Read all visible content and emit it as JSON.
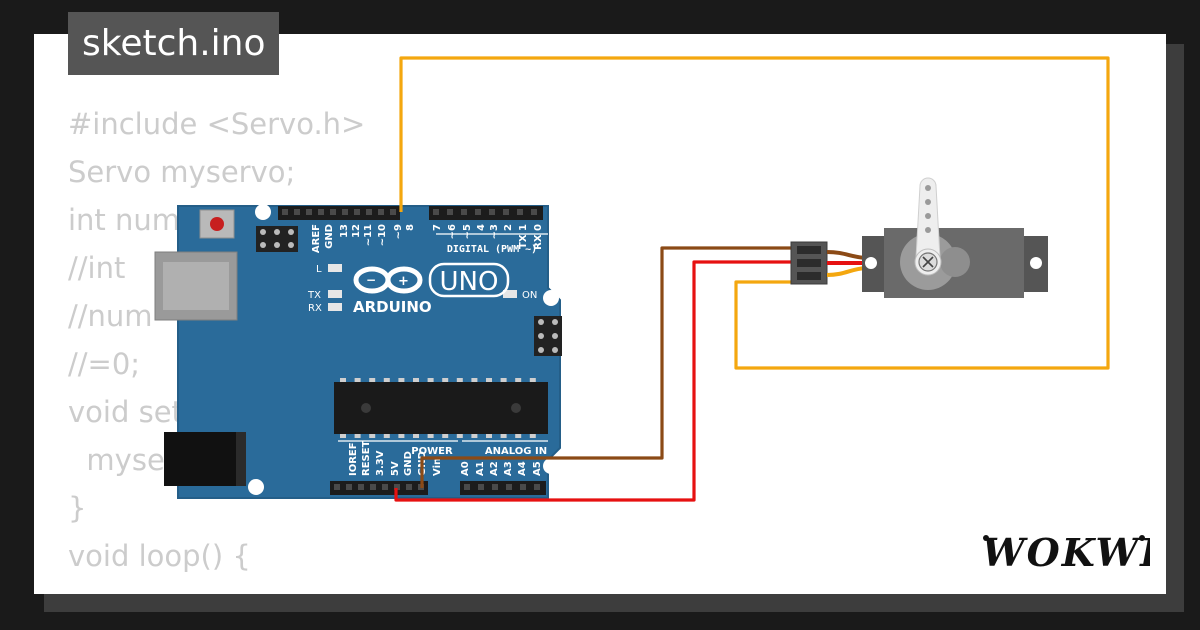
{
  "title": "sketch.ino",
  "code_lines": [
    "#include <Servo.h>",
    "Servo myservo;",
    "int num",
    "//int",
    "//num",
    "//=0;",
    "void set",
    "  myse",
    "}",
    "void loop() {"
  ],
  "board": {
    "model": "UNO",
    "brand": "ARDUINO",
    "digital_header_label": "DIGITAL (PWM ~)",
    "power_label": "POWER",
    "analog_label": "ANALOG IN",
    "led_l": "L",
    "led_tx": "TX",
    "led_rx": "RX",
    "led_on": "ON",
    "digital_pins": [
      "AREF",
      "GND",
      "13",
      "12",
      "~11",
      "~10",
      "~9",
      "8",
      "7",
      "~6",
      "~5",
      "4",
      "~3",
      "2",
      "TX 1",
      "RX 0"
    ],
    "power_pins": [
      "IOREF",
      "RESET",
      "3.3V",
      "5V",
      "GND",
      "GND",
      "Vin"
    ],
    "analog_pins": [
      "A0",
      "A1",
      "A2",
      "A3",
      "A4",
      "A5"
    ]
  },
  "brand_logo": "WOKWI",
  "colors": {
    "board": "#2a6b9a",
    "wire_signal": "#f4a70f",
    "wire_power": "#e61111",
    "wire_ground": "#8b4a16",
    "title_bg": "#555555",
    "code_text": "#cccccc"
  }
}
